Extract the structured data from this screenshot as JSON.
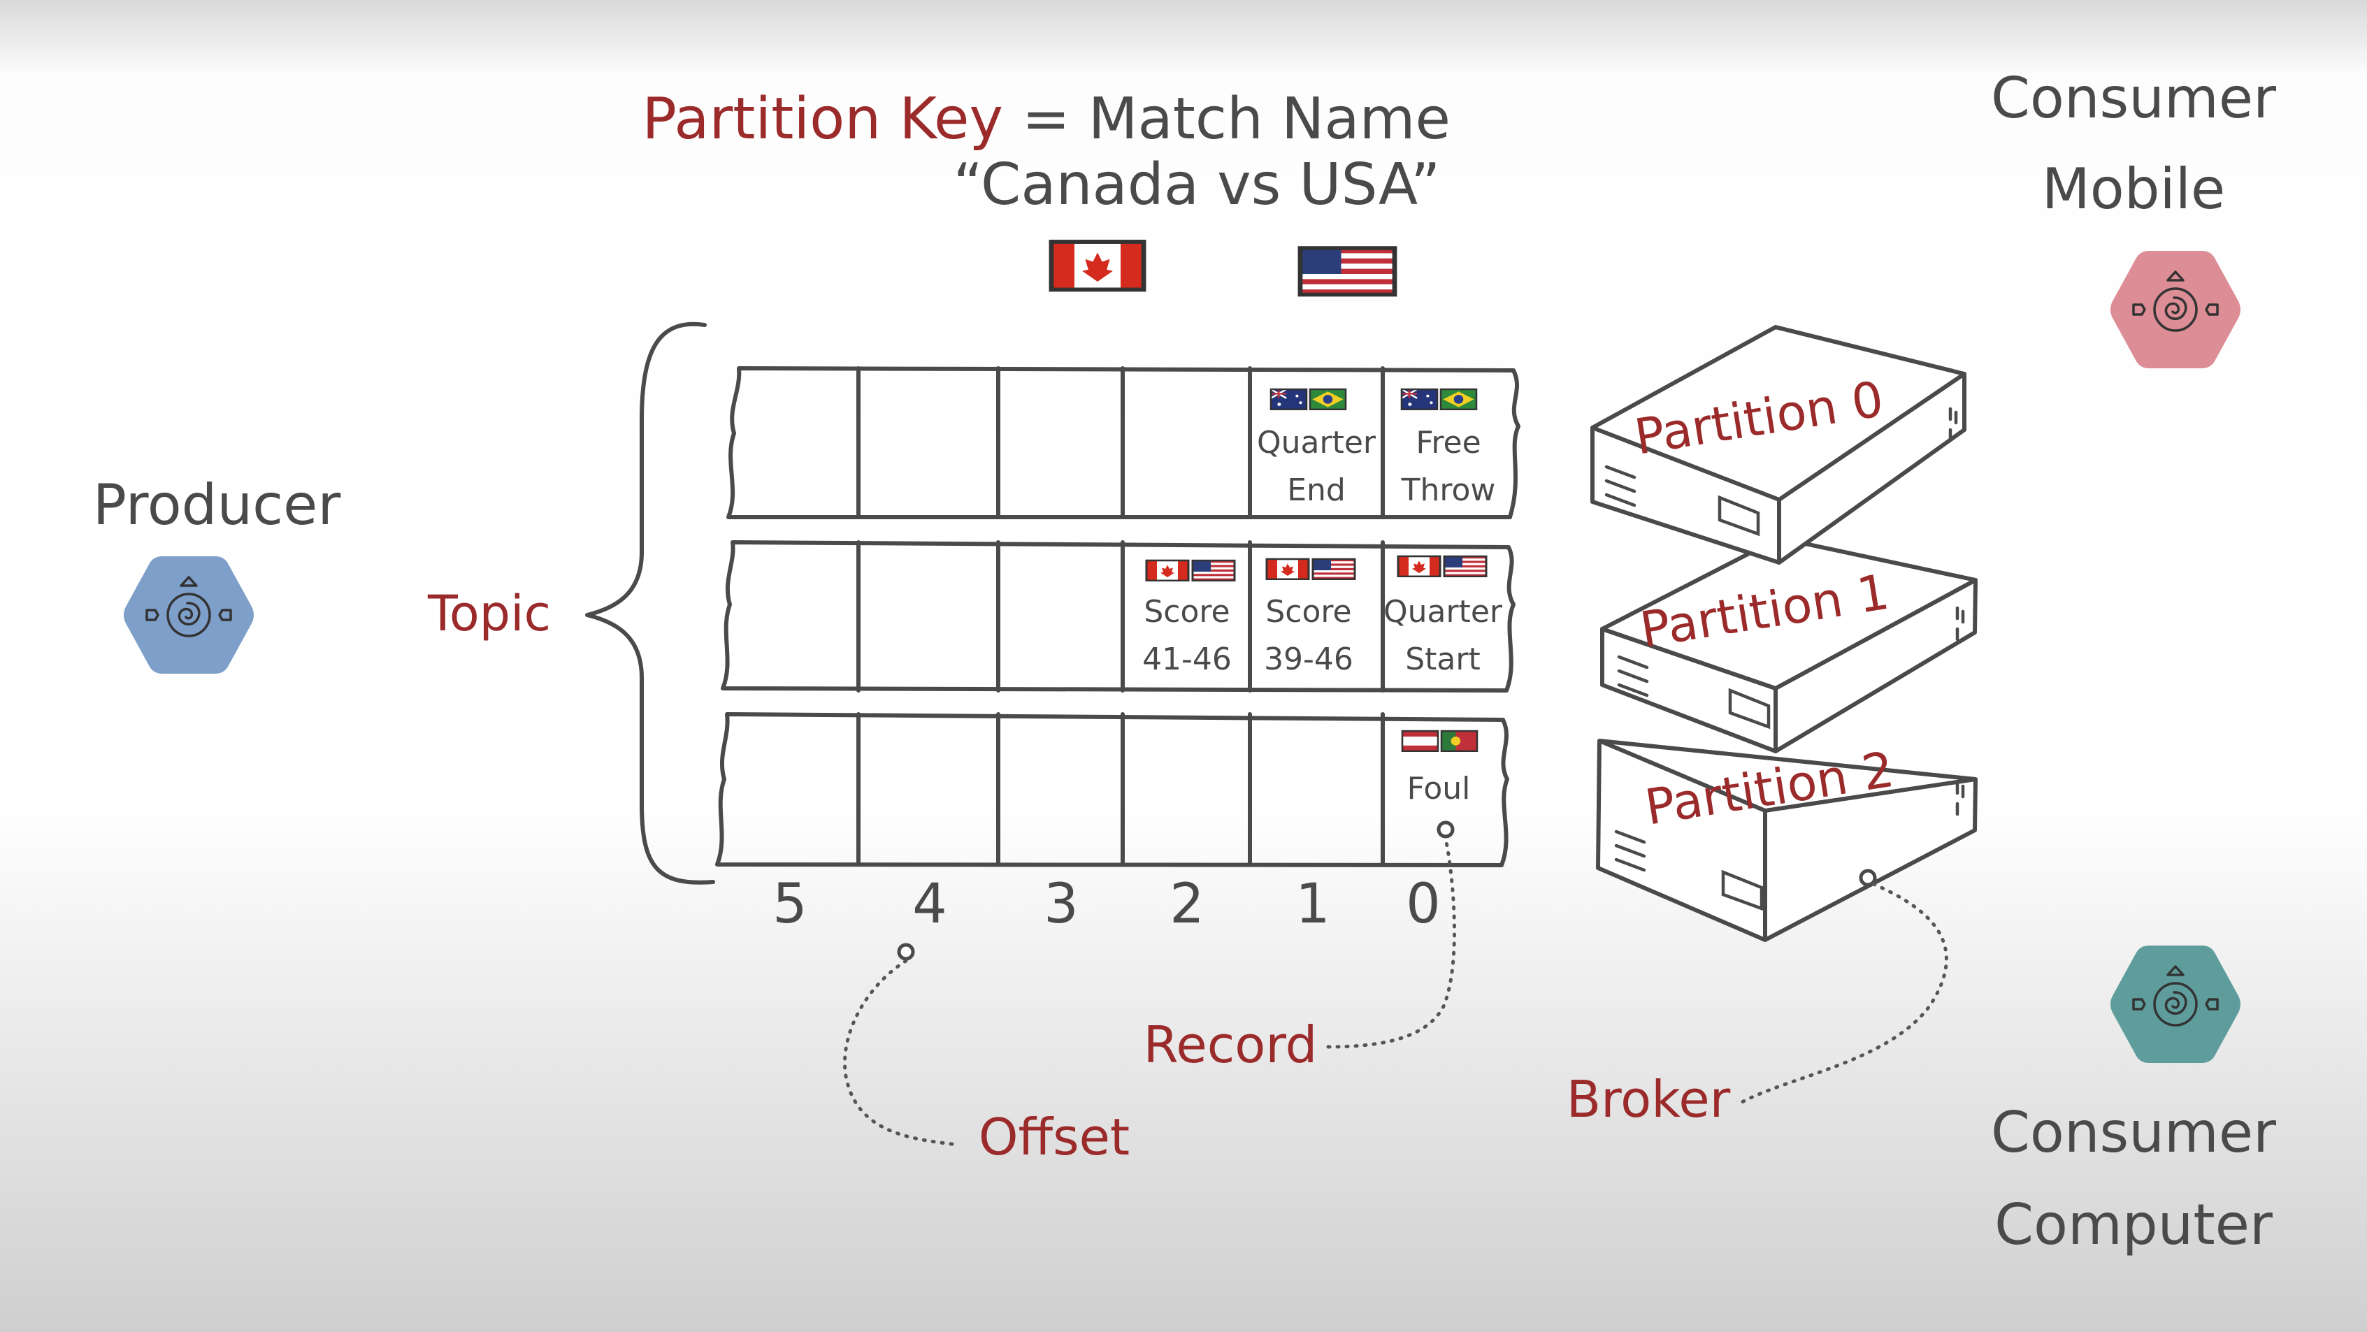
{
  "header": {
    "partition_key_label": "Partition Key",
    "equals_match_name": "= Match Name",
    "match_value": "“Canada vs USA”"
  },
  "producer": {
    "label": "Producer",
    "color": "#7e9fca"
  },
  "consumers": [
    {
      "label_line1": "Consumer",
      "label_line2": "Mobile",
      "color": "#dc8d95"
    },
    {
      "label_line1": "Consumer",
      "label_line2": "Computer",
      "color": "#5f9d9c"
    }
  ],
  "topic_label": "Topic",
  "offsets": [
    "5",
    "4",
    "3",
    "2",
    "1",
    "0"
  ],
  "partitions": [
    {
      "label": "Partition 0",
      "records": [
        {
          "offset": 1,
          "flags": [
            "australia",
            "brazil"
          ],
          "line1": "Quarter",
          "line2": "End"
        },
        {
          "offset": 0,
          "flags": [
            "australia",
            "brazil"
          ],
          "line1": "Free",
          "line2": "Throw"
        }
      ]
    },
    {
      "label": "Partition 1",
      "records": [
        {
          "offset": 2,
          "flags": [
            "canada",
            "usa"
          ],
          "line1": "Score",
          "line2": "41-46"
        },
        {
          "offset": 1,
          "flags": [
            "canada",
            "usa"
          ],
          "line1": "Score",
          "line2": "39-46"
        },
        {
          "offset": 0,
          "flags": [
            "canada",
            "usa"
          ],
          "line1": "Quarter",
          "line2": "Start"
        }
      ]
    },
    {
      "label": "Partition 2",
      "records": [
        {
          "offset": 0,
          "flags": [
            "other",
            "portugal"
          ],
          "line1": "Foul",
          "line2": ""
        }
      ]
    }
  ],
  "callouts": {
    "record": "Record",
    "offset": "Offset",
    "broker": "Broker"
  },
  "colors": {
    "ink": "#4a4a4a",
    "accent_red": "#9b2a2a"
  }
}
